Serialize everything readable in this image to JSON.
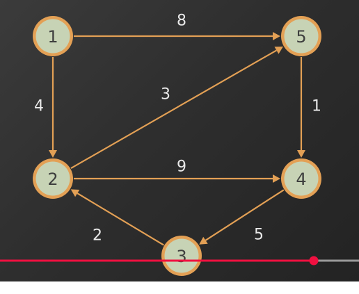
{
  "graph": {
    "nodes": [
      {
        "id": "1",
        "label": "1"
      },
      {
        "id": "5",
        "label": "5"
      },
      {
        "id": "2",
        "label": "2"
      },
      {
        "id": "4",
        "label": "4"
      },
      {
        "id": "3",
        "label": "3"
      }
    ],
    "edges": [
      {
        "from": "1",
        "to": "5",
        "weight": "8"
      },
      {
        "from": "1",
        "to": "2",
        "weight": "4"
      },
      {
        "from": "2",
        "to": "5",
        "weight": "3"
      },
      {
        "from": "5",
        "to": "4",
        "weight": "1"
      },
      {
        "from": "2",
        "to": "4",
        "weight": "9"
      },
      {
        "from": "4",
        "to": "3",
        "weight": "5"
      },
      {
        "from": "3",
        "to": "2",
        "weight": "2"
      }
    ]
  },
  "colors": {
    "edge": "#e3a055",
    "node_rim": "#e3a055",
    "node_fill": "#c7d3b5",
    "progress_played": "#f01040",
    "progress_remaining": "#9a9a9a"
  },
  "video": {
    "progress": 0.874
  }
}
